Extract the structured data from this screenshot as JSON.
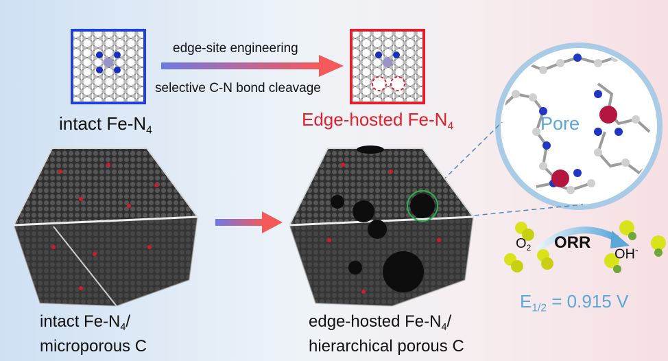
{
  "top": {
    "arrow_label_top": "edge-site engineering",
    "arrow_label_bottom": "selective C-N bond cleavage",
    "left_caption_main": "intact Fe-N",
    "left_caption_sub": "4",
    "right_caption_main": "Edge-hosted Fe-N",
    "right_caption_sub": "4"
  },
  "bottom": {
    "left_line1_main": "intact Fe-N",
    "left_line1_sub": "4",
    "left_line1_tail": "/",
    "left_line2": "microporous C",
    "right_line1_main": "edge-hosted Fe-N",
    "right_line1_sub": "4",
    "right_line1_tail": "/",
    "right_line2": "hierarchical porous C"
  },
  "zoom": {
    "pore_label": "Pore"
  },
  "orr": {
    "reactant_main": "O",
    "reactant_sub": "2",
    "reaction": "ORR",
    "product_main": "OH",
    "product_sup": "-",
    "potential_main": "E",
    "potential_sub": "1/2",
    "potential_value": " = 0.915 V"
  },
  "colors": {
    "intact_frame": "#1f3fd8",
    "edge_frame": "#e0202c",
    "accent_blue": "#5aa7d8",
    "fe": "#b5163f",
    "n": "#1a2fbf",
    "c": "#c8c8c8",
    "o2": "#d9e21a"
  }
}
